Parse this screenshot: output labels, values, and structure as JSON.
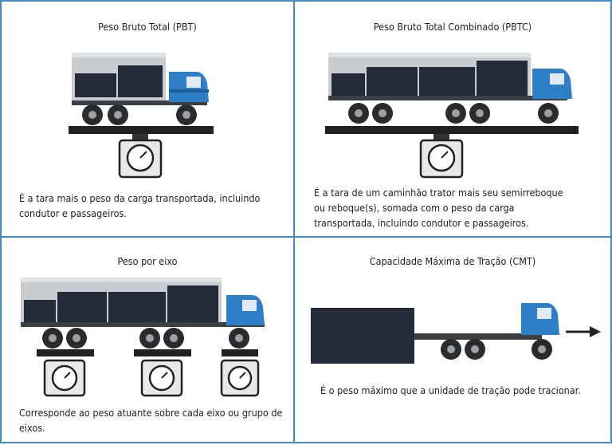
{
  "panels": {
    "pbt": {
      "title": "Peso Bruto Total (PBT)",
      "description": "É a tara mais o peso da carga transportada, incluindo condutor e passageiros."
    },
    "pbtc": {
      "title": "Peso Bruto Total Combinado (PBTC)",
      "description": "É a tara de um caminhão trator mais seu semirreboque ou reboque(s), somada com o peso da carga transportada, incluindo condutor e passageiros."
    },
    "axle": {
      "title": "Peso por eixo",
      "description": "Corresponde ao peso atuante sobre cada eixo ou grupo de eixos."
    },
    "cmt": {
      "title": "Capacidade Máxima de Tração (CMT)",
      "description": "É o peso máximo que a unidade de tração pode tracionar."
    }
  },
  "colors": {
    "border": "#4a88c4",
    "cab": "#2f7fc6",
    "cargo": "#232a38",
    "container": "#c9ccd1"
  }
}
